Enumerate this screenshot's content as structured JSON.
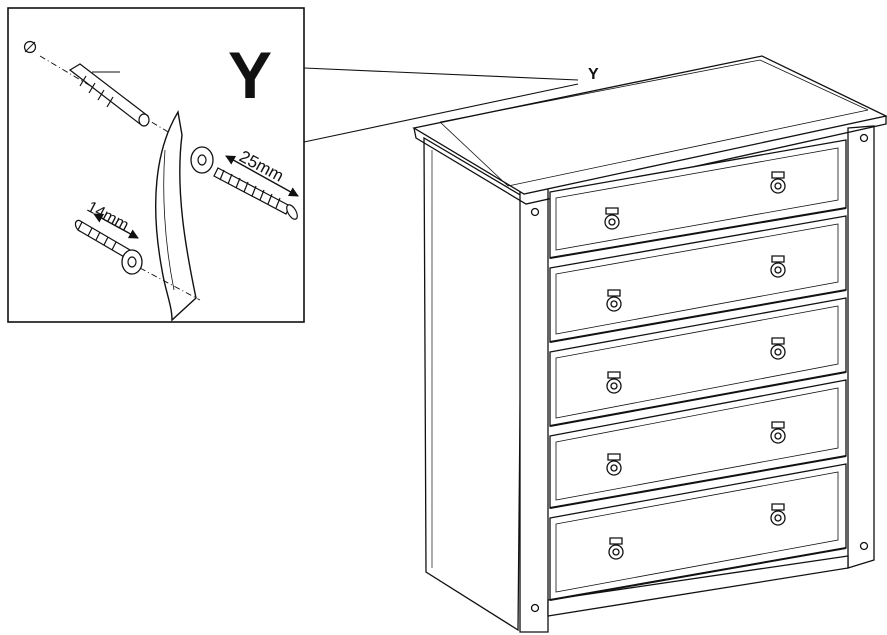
{
  "inset": {
    "big_label": "Y",
    "dim_long": "25mm",
    "dim_short": "14mm"
  },
  "chest": {
    "callout_label": "Y",
    "drawer_count": 5
  }
}
